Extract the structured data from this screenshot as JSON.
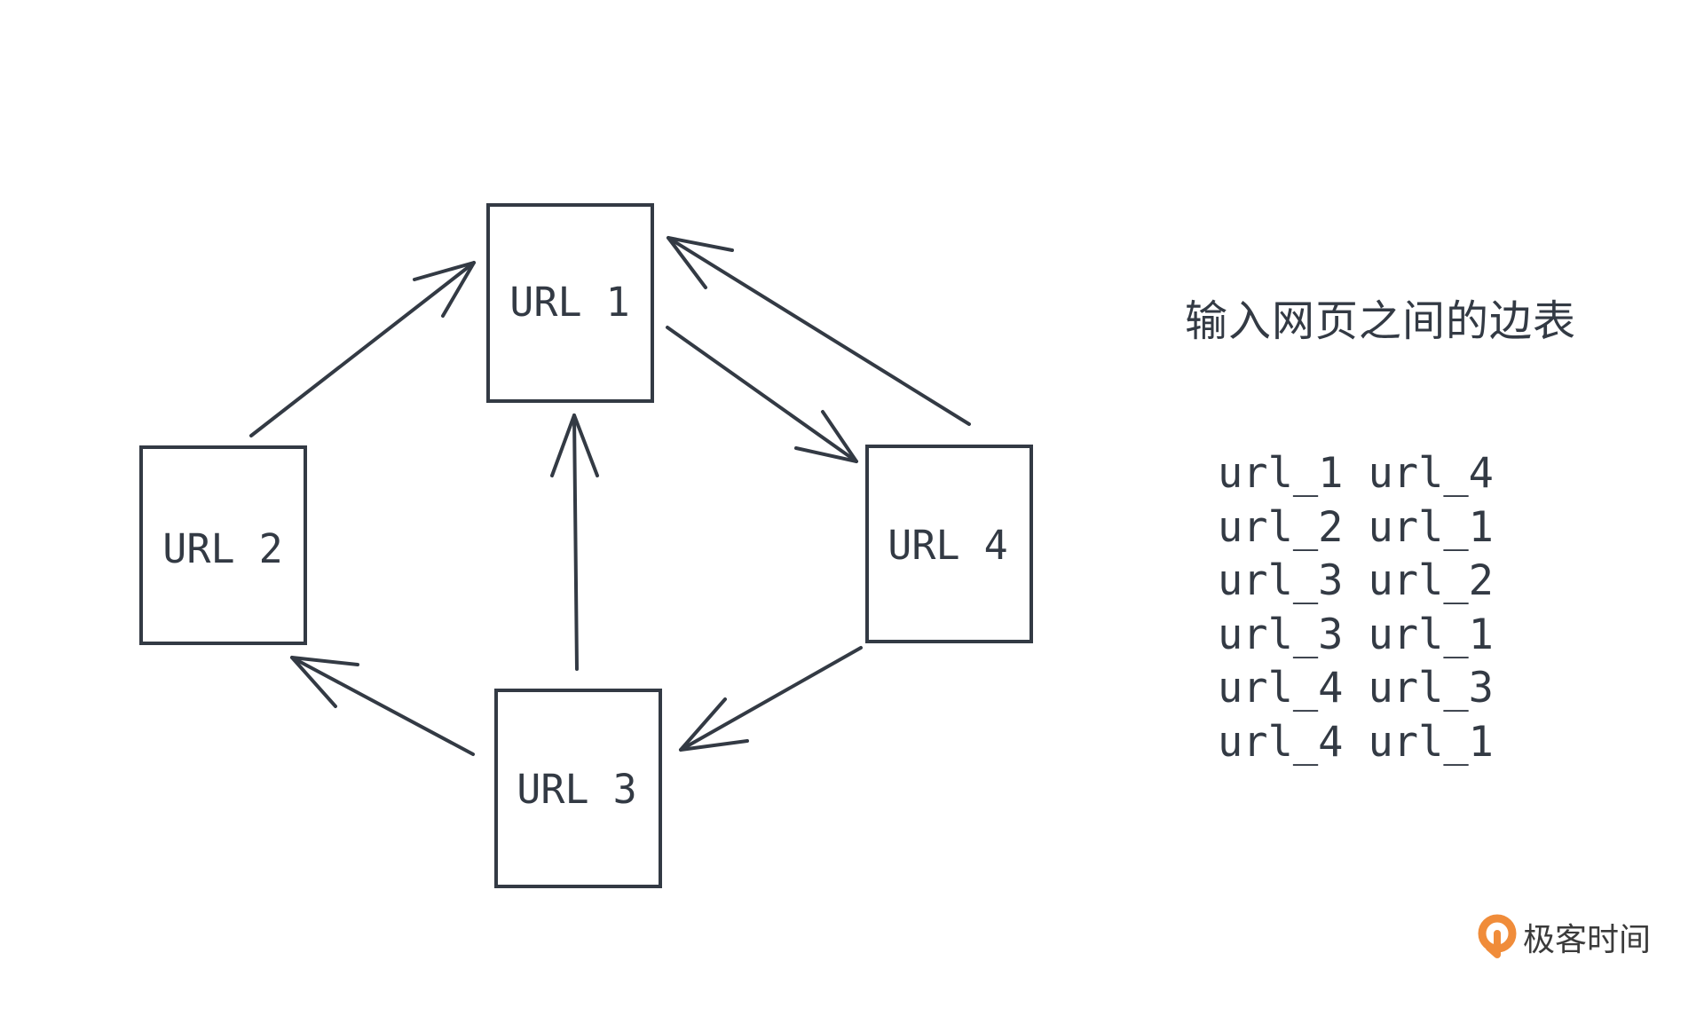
{
  "diagram": {
    "nodes": [
      {
        "id": "url1",
        "label": "URL 1"
      },
      {
        "id": "url2",
        "label": "URL 2"
      },
      {
        "id": "url3",
        "label": "URL 3"
      },
      {
        "id": "url4",
        "label": "URL 4"
      }
    ],
    "edges": [
      {
        "from": "url2",
        "to": "url1"
      },
      {
        "from": "url1",
        "to": "url4"
      },
      {
        "from": "url4",
        "to": "url1"
      },
      {
        "from": "url3",
        "to": "url1"
      },
      {
        "from": "url3",
        "to": "url2"
      },
      {
        "from": "url4",
        "to": "url3"
      }
    ]
  },
  "edge_table": {
    "title": "输入网页之间的边表",
    "rows": [
      [
        "url_1",
        "url_4"
      ],
      [
        "url_2",
        "url_1"
      ],
      [
        "url_3",
        "url_2"
      ],
      [
        "url_3",
        "url_1"
      ],
      [
        "url_4",
        "url_3"
      ],
      [
        "url_4",
        "url_1"
      ]
    ]
  },
  "brand": {
    "name": "极客时间",
    "logo": "geektime-logo-icon",
    "logo_color": "#f08c3a"
  },
  "colors": {
    "ink": "#333a44",
    "background": "#ffffff"
  }
}
